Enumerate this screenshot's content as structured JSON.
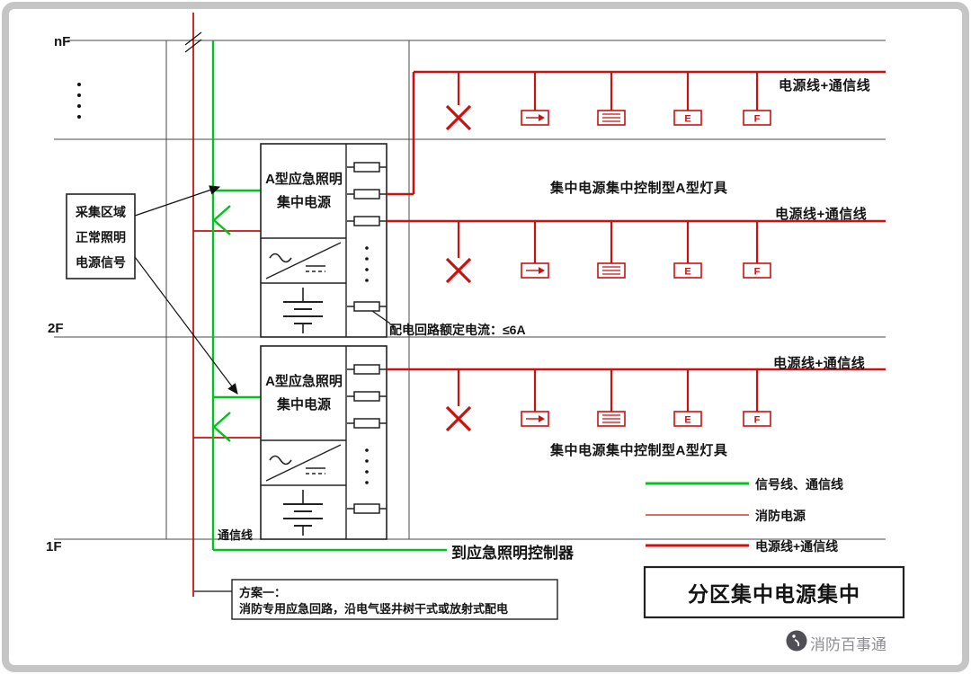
{
  "floors": {
    "top": "nF",
    "mid": "2F",
    "bottom": "1F"
  },
  "signal_box": {
    "line1": "采集区域",
    "line2": "正常照明",
    "line3": "电源信号"
  },
  "psu": {
    "name_line1": "A型应急照明",
    "name_line2": "集中电源"
  },
  "labels": {
    "feeder": "电源线+通信线",
    "luminaire_group": "集中电源集中控制型A型灯具",
    "circuit_rating": "配电回路额定电流：≤6A",
    "comm_line": "通信线",
    "to_controller": "到应急照明控制器"
  },
  "lamps": {
    "e": "E",
    "f": "F"
  },
  "legend": {
    "signal": "信号线、通信线",
    "fire_power": "消防电源",
    "power_comm": "电源线+通信线"
  },
  "title_box": "分区集中电源集中",
  "note": {
    "line1": "方案一：",
    "line2": "消防专用应急回路，沿电气竖井树干式或放射式配电"
  },
  "watermark": "消防百事通",
  "colors": {
    "red": "#cc1111",
    "green": "#00c41e",
    "line": "#444444"
  }
}
